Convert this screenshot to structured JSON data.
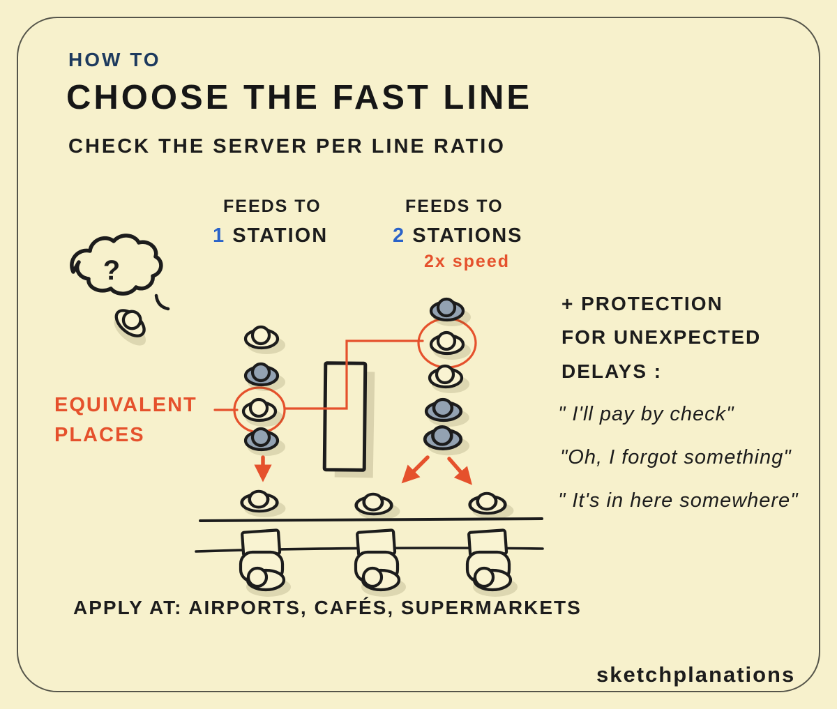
{
  "colors": {
    "background": "#f7f1cc",
    "ink": "#1c1c1c",
    "navy": "#1d3a5e",
    "blue": "#2a63c9",
    "accent_orange": "#e5512c",
    "person_gray": "#93a2b2",
    "person_light": "#f9f3d2"
  },
  "header": {
    "kicker": "HOW TO",
    "title": "CHOOSE THE FAST LINE",
    "subtitle": "CHECK THE SERVER PER LINE RATIO"
  },
  "labels": {
    "feeds1_prefix": "FEEDS TO",
    "feeds1_number": "1",
    "feeds1_suffix": " STATION",
    "feeds2_prefix": "FEEDS TO",
    "feeds2_number": "2",
    "feeds2_suffix": " STATIONS",
    "feeds2_note": "2x speed",
    "equivalent_line1": "EQUIVALENT",
    "equivalent_line2": "PLACES",
    "thought_mark": "?"
  },
  "protection": {
    "line1": "+ PROTECTION",
    "line2": "FOR UNEXPECTED",
    "line3": "DELAYS :",
    "quote1": "\" I'll pay by check\"",
    "quote2": "\"Oh, I forgot something\"",
    "quote3": "\" It's in here somewhere\""
  },
  "footer": {
    "apply": "APPLY AT: AIRPORTS, CAFÉS, SUPERMARKETS",
    "brand": "sketchplanations"
  }
}
